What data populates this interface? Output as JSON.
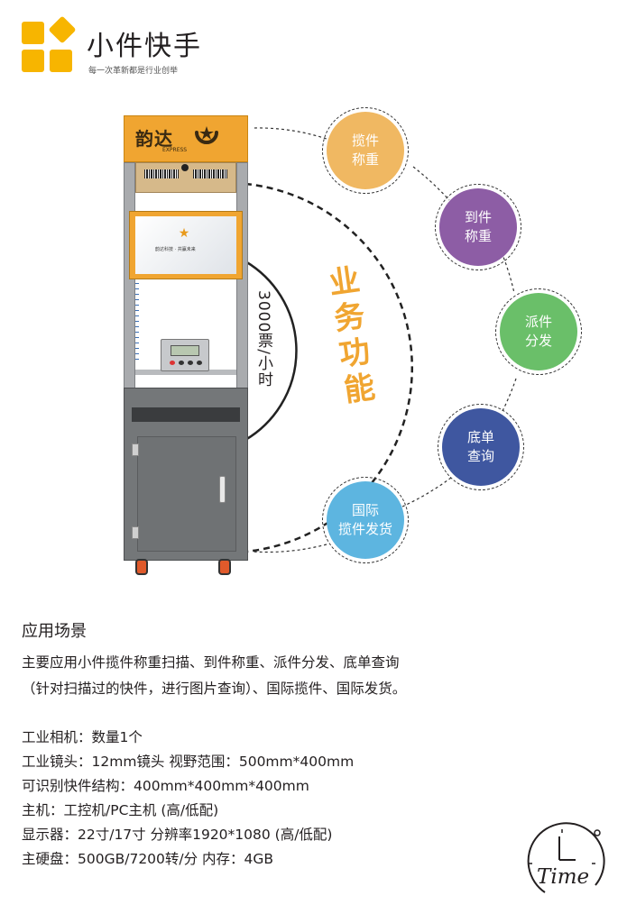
{
  "brand": {
    "title": "小件快手",
    "slogan": "每一次革新都是行业创举",
    "color": "#f7b500"
  },
  "machine": {
    "sign_text": "韵达",
    "sign_sub": "EXPRESS",
    "screen_text": "韵达科技 · 共赢未来",
    "throughput": "3000票/小时"
  },
  "features": {
    "title": "业务功能",
    "items": [
      {
        "label": "揽件\n称重",
        "color": "#f0b862"
      },
      {
        "label": "到件\n称重",
        "color": "#8d5da5"
      },
      {
        "label": "派件\n分发",
        "color": "#6abf69"
      },
      {
        "label": "底单\n查询",
        "color": "#3f57a0"
      },
      {
        "label": "国际\n揽件发货",
        "color": "#5db5e0"
      }
    ]
  },
  "scene": {
    "heading": "应用场景",
    "lines": [
      "主要应用小件揽件称重扫描、到件称重、派件分发、底单查询",
      "（针对扫描过的快件，进行图片查询）、国际揽件、国际发货。"
    ]
  },
  "specs": [
    "工业相机：数量1个",
    "工业镜头：12mm镜头 视野范围：500mm*400mm",
    "可识别快件结构：400mm*400mm*400mm",
    "主机：工控机/PC主机 (高/低配)",
    "显示器：22寸/17寸  分辨率1920*1080 (高/低配)",
    "主硬盘：500GB/7200转/分   内存：4GB"
  ],
  "time_icon": {
    "label": "Time"
  }
}
